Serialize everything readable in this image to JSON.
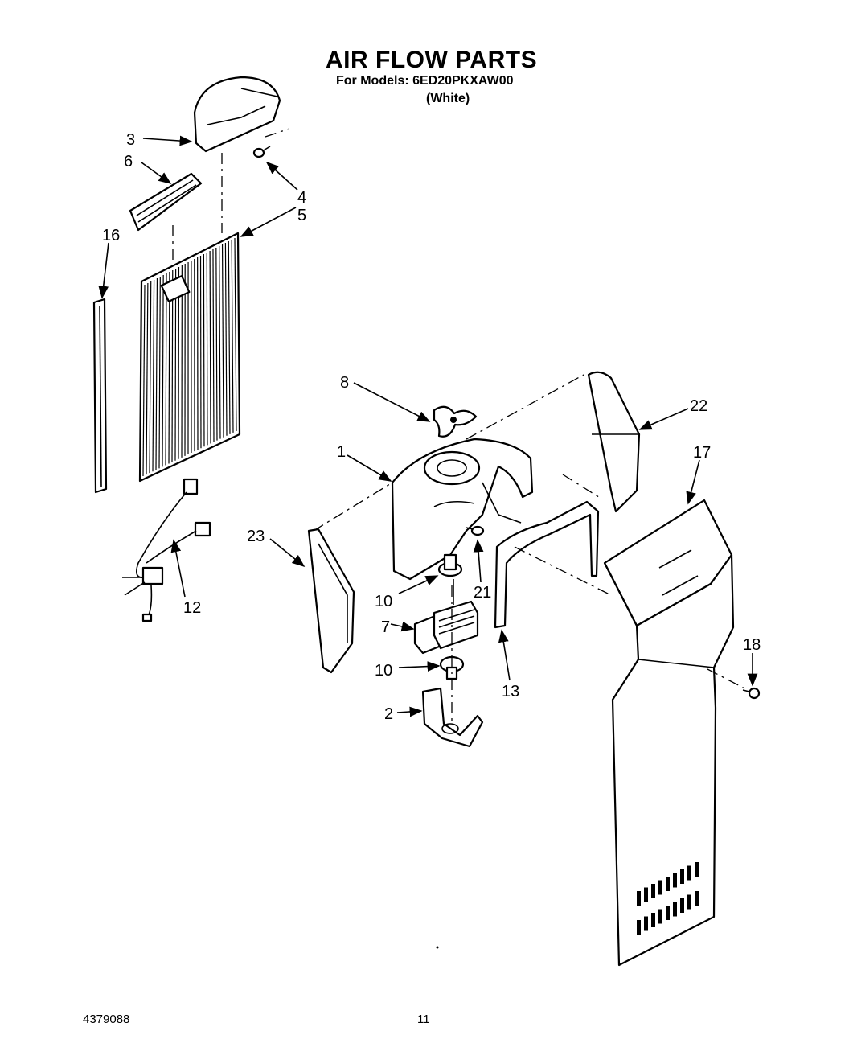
{
  "header": {
    "title": "AIR FLOW PARTS",
    "models_line": "For Models: 6ED20PKXAW00",
    "color_line": "(White)"
  },
  "callouts": {
    "c1": "1",
    "c2": "2",
    "c3": "3",
    "c4": "4",
    "c5": "5",
    "c6": "6",
    "c7": "7",
    "c8": "8",
    "c10a": "10",
    "c10b": "10",
    "c12": "12",
    "c13": "13",
    "c16": "16",
    "c17": "17",
    "c18": "18",
    "c21": "21",
    "c22": "22",
    "c23": "23"
  },
  "footer": {
    "doc_number": "4379088",
    "page_number": "11"
  }
}
